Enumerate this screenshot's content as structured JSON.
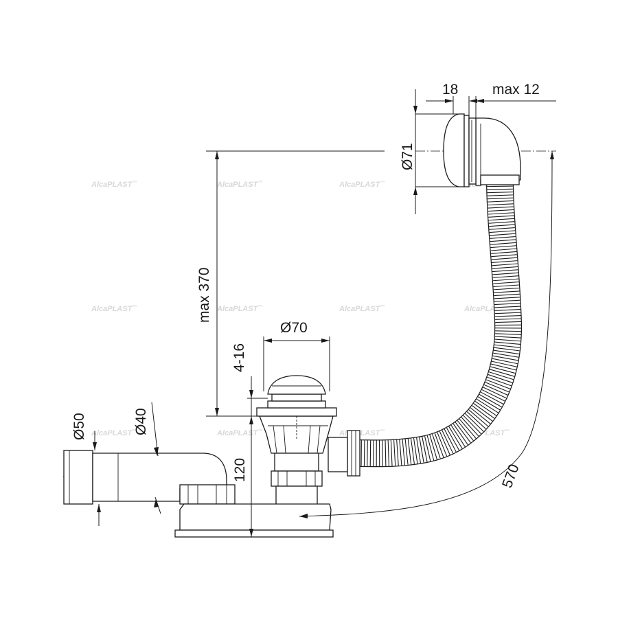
{
  "dimensions": {
    "flange_thickness": "18",
    "wall_max": "max 12",
    "overflow_diameter": "Ø71",
    "height_max": "max 370",
    "plug_range": "4-16",
    "plug_diameter": "Ø70",
    "pipe_outer_diameter": "Ø50",
    "pipe_inner_diameter": "Ø40",
    "trap_height": "120",
    "hose_length": "570"
  },
  "watermark": {
    "brand": "AlcaPLAST",
    "trademark": "™"
  }
}
